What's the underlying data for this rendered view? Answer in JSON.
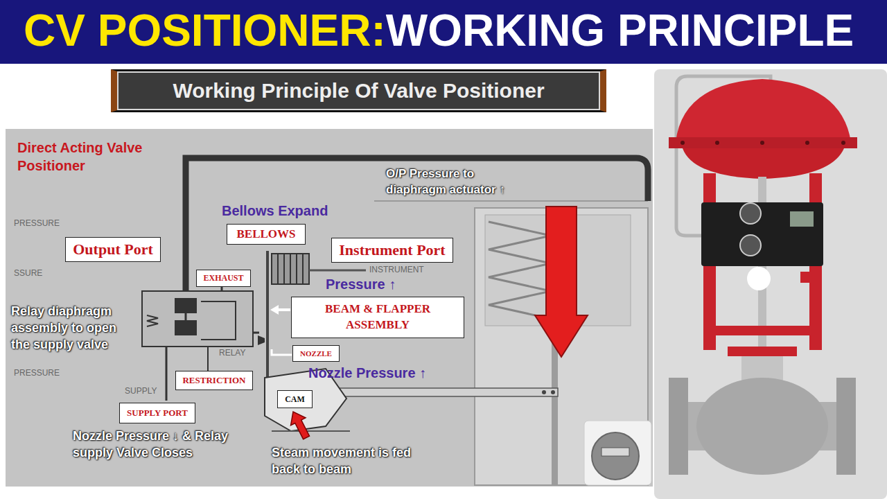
{
  "diagram": {
    "title": "CV POSITIONER:",
    "nodes": [
      {
        "text": [
          "Working Principle Of Valve Positioner"
        ]
      },
      {
        "text": [
          "Output Port"
        ]
      },
      {
        "text": [
          "BELLOWS"
        ]
      },
      {
        "text": [
          "Instrument Port"
        ]
      },
      {
        "text": [
          "EXHAUST"
        ]
      },
      {
        "text": [
          "BEAM & FLAPPER ASSEMBLY"
        ]
      },
      {
        "text": [
          "NOZZLE"
        ]
      },
      {
        "text": [
          "RESTRICTION"
        ]
      },
      {
        "text": [
          "CAM"
        ]
      },
      {
        "text": [
          "SUPPLY PORT"
        ]
      }
    ],
    "labels": [
      "WORKING PRINCIPLE",
      "Direct Acting Valve Positioner",
      "PRESSURE",
      "O/P Pressure to diaphragm actuator ↑",
      "Bellows Expand",
      "SSURE",
      "INSTRUMENT",
      "Pressure ↑",
      "Relay diaphragm assembly to open the supply valve",
      "RELAY",
      "Nozzle Pressure ↑",
      "PRESSURE",
      "SUPPLY",
      "Nozzle Pressure ↓ & Relay supply Valve Closes",
      "Steam movement is fed back to beam"
    ]
  }
}
